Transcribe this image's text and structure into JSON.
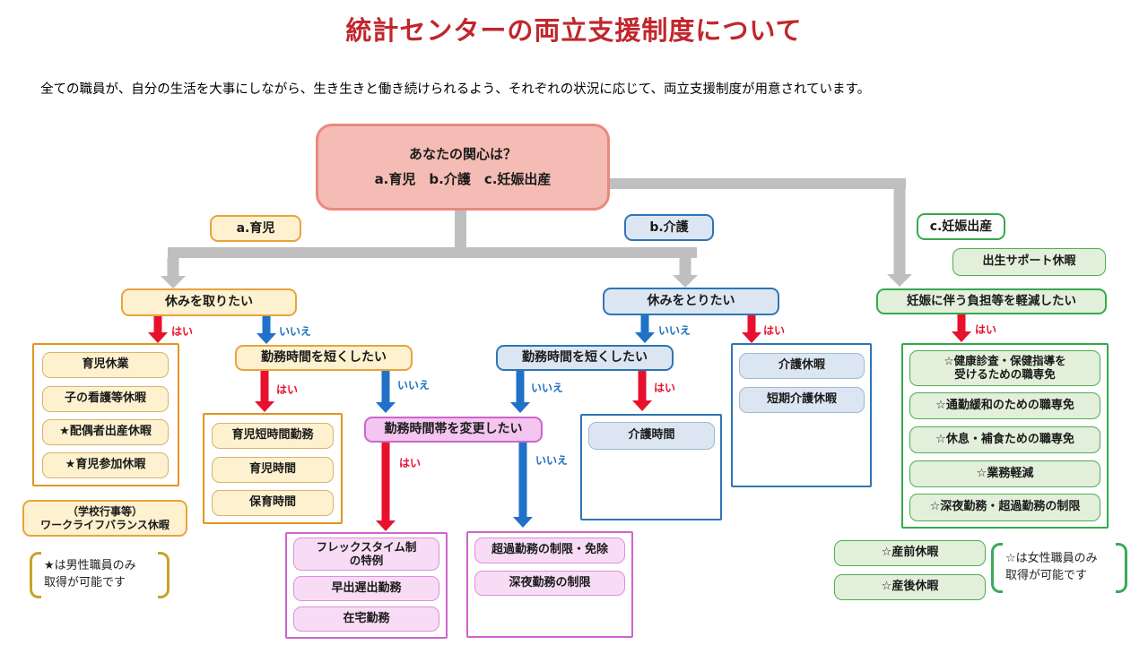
{
  "title": "統計センターの両立支援制度について",
  "subtitle": "全ての職員が、自分の生活を大事にしながら、生き生きと働き続けられるよう、それぞれの状況に応じて、両立支援制度が用意されています。",
  "labels": {
    "yes": "はい",
    "no": "いいえ"
  },
  "root": {
    "line1": "あなたの関心は？",
    "line2": "a.育児　b.介護　c.妊娠出産"
  },
  "branch_a": {
    "label": "a.育児",
    "q_leave": "休みを取りたい",
    "leave_items": [
      "育児休業",
      "子の看護等休暇",
      "★配偶者出産休暇",
      "★育児参加休暇"
    ],
    "q_shorten": "勤務時間を短くしたい",
    "shorten_items": [
      "育児短時間勤務",
      "育児時間",
      "保育時間"
    ],
    "wlb": {
      "line1": "（学校行事等）",
      "line2": "ワークライフバランス休暇"
    },
    "male_note": {
      "line1": "★は男性職員のみ",
      "line2": "取得が可能です"
    }
  },
  "branch_b": {
    "label": "b.介護",
    "q_leave": "休みをとりたい",
    "leave_items": [
      "介護休暇",
      "短期介護休暇"
    ],
    "q_shorten": "勤務時間を短くしたい",
    "time_item": "介護時間"
  },
  "branch_c": {
    "label": "c.妊娠出産",
    "birth_support": "出生サポート休暇",
    "q_reduce": "妊娠に伴う負担等を軽減したい",
    "reduce_item_first": {
      "line1": "☆健康診査・保健指導を",
      "line2": "受けるための職専免"
    },
    "reduce_items": [
      "☆通勤緩和のための職専免",
      "☆休息・補食ための職専免",
      "☆業務軽減",
      "☆深夜勤務・超過勤務の制限"
    ],
    "maternity_items": [
      "☆産前休暇",
      "☆産後休暇"
    ],
    "female_note": {
      "line1": "☆は女性職員のみ",
      "line2": "取得が可能です"
    }
  },
  "shared": {
    "q_change": "勤務時間帯を変更したい",
    "flex_item": {
      "line1": "フレックスタイム制",
      "line2": "の特例"
    },
    "change_items": [
      "早出遅出勤務",
      "在宅勤務"
    ],
    "restrict_items": [
      "超過勤務の制限・免除",
      "深夜勤務の制限"
    ]
  },
  "colors": {
    "title_red": "#C0272D",
    "root_fill": "#F4BCB4",
    "root_border": "#E9897E",
    "orange_border": "#E8A33D",
    "yellow_fill": "#FDF1CF",
    "blue_border": "#2E75B6",
    "blue_fill": "#DCE6F2",
    "green_border": "#35A94D",
    "green_fill": "#E2EFDA",
    "magenta_border": "#CC66CC",
    "magenta_fill": "#F3C5EF",
    "yes_red": "#E8112D",
    "no_blue": "#1F6FC0",
    "connector_gray": "#BFBFBF",
    "gold_bracket": "#C9A227",
    "green_bracket": "#3BAA57"
  }
}
